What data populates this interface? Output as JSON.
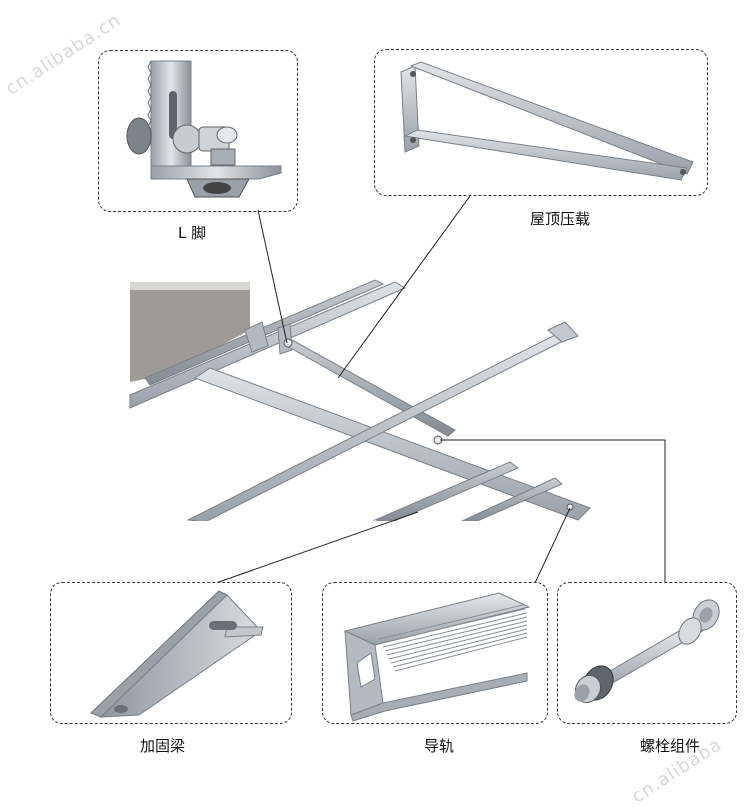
{
  "watermark": "cn.alibaba.cn",
  "watermark_bottom": "cn.alibaba",
  "parts": {
    "l_foot": "L 脚",
    "roof_load": "屋顶压载",
    "brace": "加固梁",
    "rail": "导轨",
    "bolt_kit": "螺栓组件"
  },
  "colors": {
    "aluminum": "#b9bec5",
    "aluminum_dark": "#8c939b",
    "leader_line": "#222222",
    "box_border": "#333333"
  }
}
